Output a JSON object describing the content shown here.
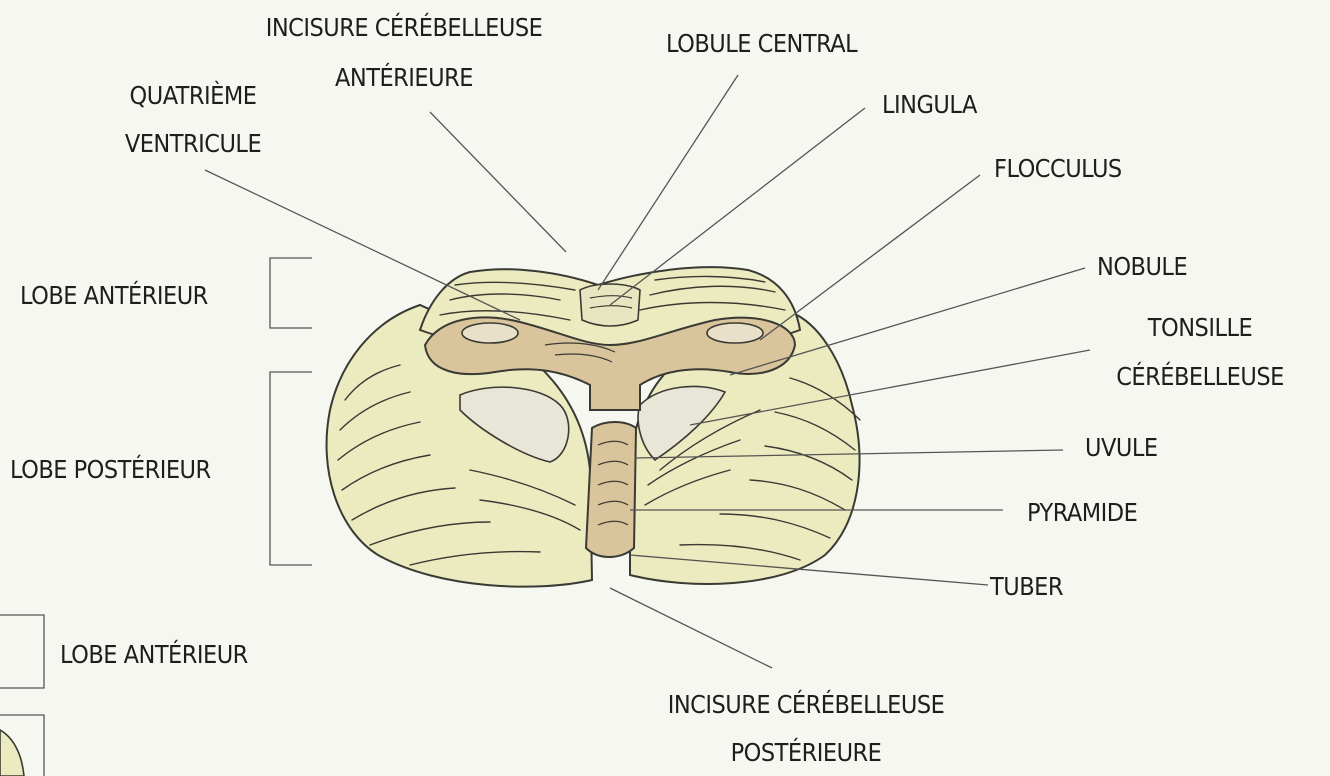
{
  "labels": {
    "incisure_anterieure": [
      "INCISURE CÉRÉBELLEUSE",
      "ANTÉRIEURE"
    ],
    "lobule_central": "LOBULE CENTRAL",
    "quatrieme_ventricule": [
      "QUATRIÈME",
      "VENTRICULE"
    ],
    "lingula": "LINGULA",
    "flocculus": "FLOCCULUS",
    "nobule": "NOBULE",
    "tonsille": [
      "TONSILLE",
      "CÉRÉBELLEUSE"
    ],
    "uvule": "UVULE",
    "pyramide": "PYRAMIDE",
    "tuber": "TUBER",
    "incisure_posterieure": [
      "INCISURE CÉRÉBELLEUSE",
      "POSTÉRIEURE"
    ],
    "lobe_anterieur": "LOBE ANTÉRIEUR",
    "lobe_posterieur": "LOBE POSTÉRIEUR",
    "legend_lobe_anterieur": "LOBE ANTÉRIEUR"
  },
  "colors": {
    "background": "#f7f7f2",
    "hemisphere_fill": "#ecebc0",
    "vermis_fill": "#d9c49c",
    "outline": "#3a3a34",
    "leader_line": "#555555"
  }
}
